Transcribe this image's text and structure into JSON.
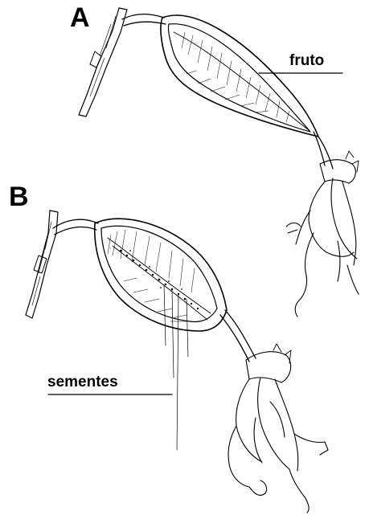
{
  "panels": {
    "a": {
      "letter": "A"
    },
    "b": {
      "letter": "B"
    }
  },
  "labels": {
    "fruit": "fruto",
    "seeds": "sementes"
  },
  "colors": {
    "ink": "#000000",
    "background": "#ffffff"
  }
}
